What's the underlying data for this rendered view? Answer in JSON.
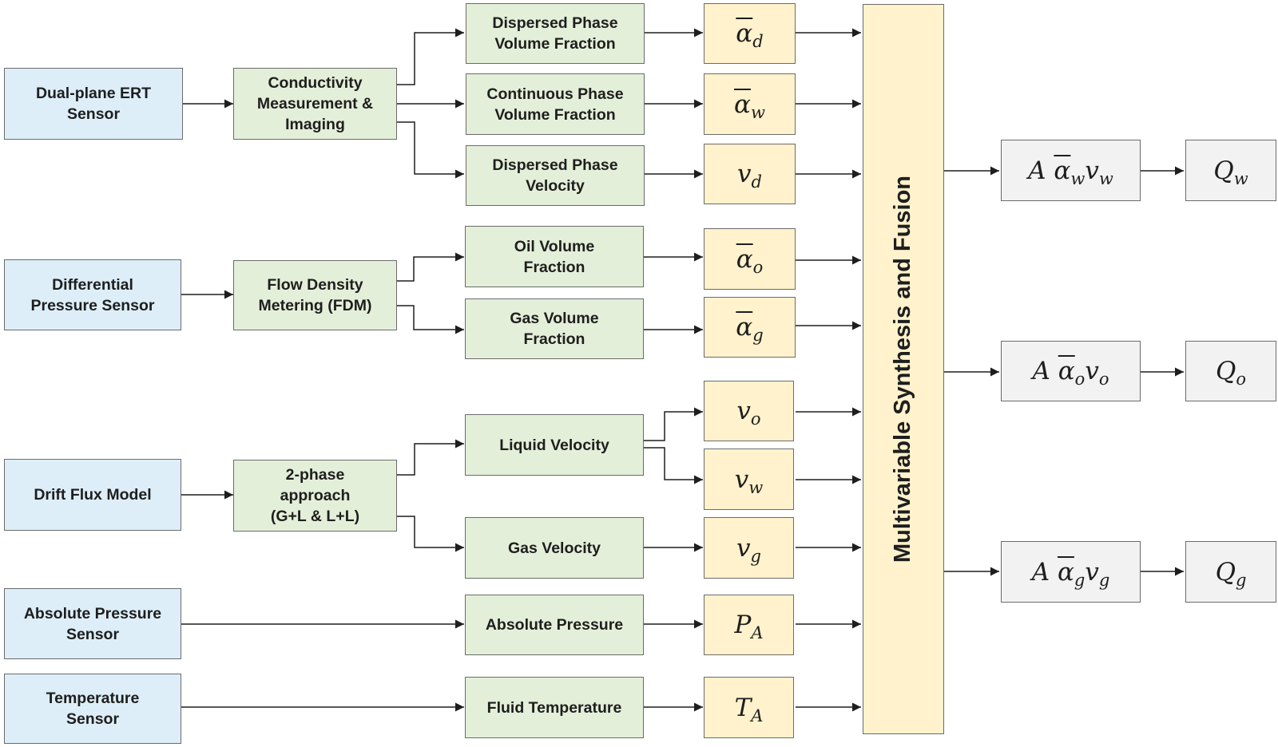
{
  "sensors": [
    {
      "label": "Dual-plane ERT\nSensor"
    },
    {
      "label": "Differential\nPressure Sensor"
    },
    {
      "label": "Drift Flux Model"
    },
    {
      "label": "Absolute Pressure\nSensor"
    },
    {
      "label": "Temperature\nSensor"
    }
  ],
  "processors": [
    {
      "label": "Conductivity\nMeasurement &\nImaging"
    },
    {
      "label": "Flow Density\nMetering (FDM)"
    },
    {
      "label": "2-phase\napproach\n(G+L & L+L)"
    }
  ],
  "measurements": [
    {
      "label": "Dispersed Phase\nVolume Fraction"
    },
    {
      "label": "Continuous Phase\nVolume Fraction"
    },
    {
      "label": "Dispersed Phase\nVelocity"
    },
    {
      "label": "Oil Volume\nFraction"
    },
    {
      "label": "Gas Volume\nFraction"
    },
    {
      "label": "Liquid Velocity"
    },
    {
      "label": "Gas Velocity"
    },
    {
      "label": "Absolute Pressure"
    },
    {
      "label": "Fluid Temperature"
    }
  ],
  "variables": [
    {
      "symbol": "α",
      "sub": "d",
      "overbar": true
    },
    {
      "symbol": "α",
      "sub": "w",
      "overbar": true
    },
    {
      "symbol": "v",
      "sub": "d",
      "overbar": false
    },
    {
      "symbol": "α",
      "sub": "o",
      "overbar": true
    },
    {
      "symbol": "α",
      "sub": "g",
      "overbar": true
    },
    {
      "symbol": "v",
      "sub": "o",
      "overbar": false
    },
    {
      "symbol": "v",
      "sub": "w",
      "overbar": false
    },
    {
      "symbol": "v",
      "sub": "g",
      "overbar": false
    },
    {
      "symbol": "P",
      "sub": "A",
      "overbar": false
    },
    {
      "symbol": "T",
      "sub": "A",
      "overbar": false
    }
  ],
  "fusion": {
    "label": "Multivariable Synthesis and Fusion"
  },
  "products": [
    {
      "prefix": "A ",
      "symbol": "α",
      "sub": "w",
      "vsym": "v",
      "vsub": "w"
    },
    {
      "prefix": "A ",
      "symbol": "α",
      "sub": "o",
      "vsym": "v",
      "vsub": "o"
    },
    {
      "prefix": "A ",
      "symbol": "α",
      "sub": "g",
      "vsym": "v",
      "vsub": "g"
    }
  ],
  "outputs": [
    {
      "symbol": "Q",
      "sub": "w"
    },
    {
      "symbol": "Q",
      "sub": "o"
    },
    {
      "symbol": "Q",
      "sub": "g"
    }
  ],
  "colors": {
    "sensor_fill": "#ddeef8",
    "process_fill": "#e4efd9",
    "variable_fill": "#fff2cc",
    "output_fill": "#f2f2f2",
    "border": "#6b6b6b",
    "wire": "#1e1e1e"
  }
}
